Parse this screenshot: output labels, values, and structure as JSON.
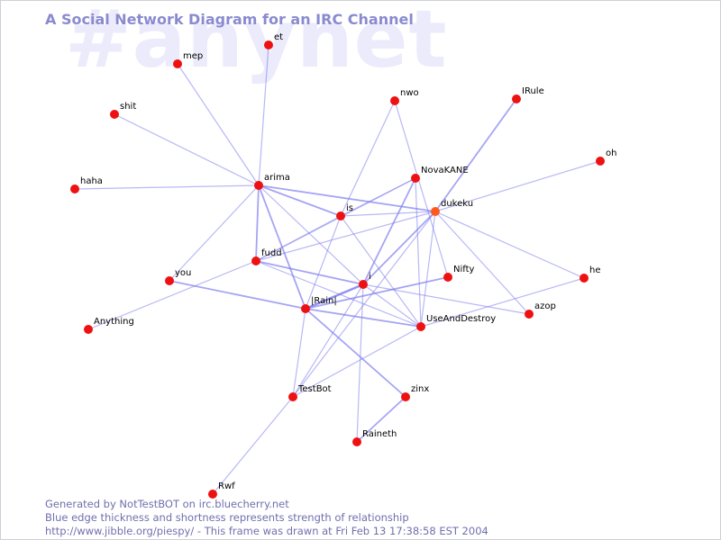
{
  "watermark": "#anynet",
  "title": "A Social Network Diagram for an IRC Channel",
  "footer": {
    "line1": "Generated by NotTestBOT on irc.bluecherry.net",
    "line2": "Blue edge thickness and shortness represents strength of relationship",
    "line3": "http://www.jibble.org/piespy/ - This frame was drawn at Fri Feb 13 17:38:58 EST 2004"
  },
  "colors": {
    "node": "#ee1111",
    "node_highlight": "#ff5a1e",
    "edge": "#7777ee",
    "title": "#8a8ad0",
    "watermark": "#ebebfb"
  },
  "nodes": [
    {
      "id": "et",
      "label": "et"
    },
    {
      "id": "mep",
      "label": "mep"
    },
    {
      "id": "shit",
      "label": "shit"
    },
    {
      "id": "haha",
      "label": "haha"
    },
    {
      "id": "arima",
      "label": "arima"
    },
    {
      "id": "nwo",
      "label": "nwo"
    },
    {
      "id": "IRule",
      "label": "IRule"
    },
    {
      "id": "oh",
      "label": "oh"
    },
    {
      "id": "NovaKANE",
      "label": "NovaKANE"
    },
    {
      "id": "is",
      "label": "is"
    },
    {
      "id": "dukeku",
      "label": "dukeku"
    },
    {
      "id": "fudd",
      "label": "fudd"
    },
    {
      "id": "you",
      "label": "you"
    },
    {
      "id": "i",
      "label": "i"
    },
    {
      "id": "Nifty",
      "label": "Nifty"
    },
    {
      "id": "he",
      "label": "he"
    },
    {
      "id": "IRain",
      "label": "|Rain|"
    },
    {
      "id": "azop",
      "label": "azop"
    },
    {
      "id": "UseAndDestroy",
      "label": "UseAndDestroy"
    },
    {
      "id": "Anything",
      "label": "Anything"
    },
    {
      "id": "TestBot",
      "label": "TestBot"
    },
    {
      "id": "zinx",
      "label": "zinx"
    },
    {
      "id": "Raineth",
      "label": "Raineth"
    },
    {
      "id": "Rwf",
      "label": "Rwf"
    }
  ],
  "edges": [
    {
      "source": "arima",
      "target": "et",
      "strength": 1
    },
    {
      "source": "arima",
      "target": "mep",
      "strength": 1
    },
    {
      "source": "arima",
      "target": "shit",
      "strength": 1
    },
    {
      "source": "arima",
      "target": "haha",
      "strength": 1
    },
    {
      "source": "arima",
      "target": "is",
      "strength": 2
    },
    {
      "source": "arima",
      "target": "dukeku",
      "strength": 2
    },
    {
      "source": "arima",
      "target": "fudd",
      "strength": 2
    },
    {
      "source": "arima",
      "target": "IRain",
      "strength": 2
    },
    {
      "source": "arima",
      "target": "i",
      "strength": 1
    },
    {
      "source": "arima",
      "target": "you",
      "strength": 1
    },
    {
      "source": "is",
      "target": "nwo",
      "strength": 1
    },
    {
      "source": "is",
      "target": "dukeku",
      "strength": 1
    },
    {
      "source": "is",
      "target": "NovaKANE",
      "strength": 1
    },
    {
      "source": "is",
      "target": "fudd",
      "strength": 1
    },
    {
      "source": "is",
      "target": "IRain",
      "strength": 1
    },
    {
      "source": "is",
      "target": "UseAndDestroy",
      "strength": 1
    },
    {
      "source": "nwo",
      "target": "Nifty",
      "strength": 1
    },
    {
      "source": "IRule",
      "target": "dukeku",
      "strength": 2
    },
    {
      "source": "oh",
      "target": "dukeku",
      "strength": 1
    },
    {
      "source": "dukeku",
      "target": "fudd",
      "strength": 1
    },
    {
      "source": "dukeku",
      "target": "i",
      "strength": 2
    },
    {
      "source": "dukeku",
      "target": "he",
      "strength": 1
    },
    {
      "source": "dukeku",
      "target": "azop",
      "strength": 1
    },
    {
      "source": "dukeku",
      "target": "UseAndDestroy",
      "strength": 1
    },
    {
      "source": "dukeku",
      "target": "TestBot",
      "strength": 1
    },
    {
      "source": "NovaKANE",
      "target": "i",
      "strength": 2
    },
    {
      "source": "NovaKANE",
      "target": "UseAndDestroy",
      "strength": 1
    },
    {
      "source": "NovaKANE",
      "target": "fudd",
      "strength": 1
    },
    {
      "source": "fudd",
      "target": "i",
      "strength": 2
    },
    {
      "source": "fudd",
      "target": "Anything",
      "strength": 1
    },
    {
      "source": "fudd",
      "target": "UseAndDestroy",
      "strength": 1
    },
    {
      "source": "you",
      "target": "IRain",
      "strength": 2
    },
    {
      "source": "IRain",
      "target": "i",
      "strength": 3
    },
    {
      "source": "IRain",
      "target": "Nifty",
      "strength": 2
    },
    {
      "source": "IRain",
      "target": "UseAndDestroy",
      "strength": 2
    },
    {
      "source": "IRain",
      "target": "zinx",
      "strength": 2
    },
    {
      "source": "IRain",
      "target": "TestBot",
      "strength": 1
    },
    {
      "source": "i",
      "target": "UseAndDestroy",
      "strength": 1
    },
    {
      "source": "i",
      "target": "azop",
      "strength": 1
    },
    {
      "source": "i",
      "target": "TestBot",
      "strength": 1
    },
    {
      "source": "i",
      "target": "Raineth",
      "strength": 1
    },
    {
      "source": "he",
      "target": "UseAndDestroy",
      "strength": 1
    },
    {
      "source": "UseAndDestroy",
      "target": "TestBot",
      "strength": 1
    },
    {
      "source": "zinx",
      "target": "Raineth",
      "strength": 2
    },
    {
      "source": "TestBot",
      "target": "Rwf",
      "strength": 1
    }
  ]
}
